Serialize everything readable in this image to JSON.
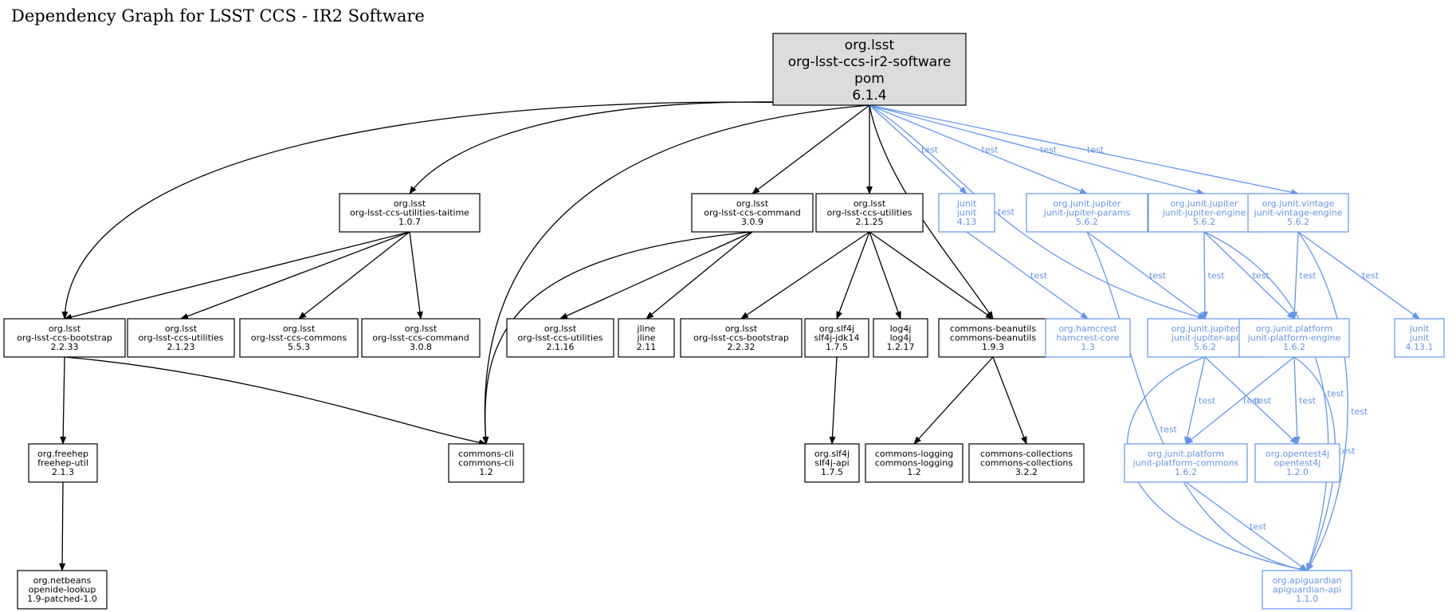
{
  "title": "Dependency Graph for LSST CCS - IR2 Software",
  "colors": {
    "compile": "#000000",
    "test": "#6495ed",
    "root_fill": "#dcdcdc"
  },
  "nodes": [
    {
      "id": "root",
      "scope": "root",
      "lines": [
        "org.lsst",
        "org-lsst-ccs-ir2-software",
        "pom",
        "6.1.4"
      ]
    },
    {
      "id": "taitime",
      "scope": "compile",
      "lines": [
        "org.lsst",
        "org-lsst-ccs-utilities-taitime",
        "1.0.7"
      ]
    },
    {
      "id": "command309",
      "scope": "compile",
      "lines": [
        "org.lsst",
        "org-lsst-ccs-command",
        "3.0.9"
      ]
    },
    {
      "id": "utilities2125",
      "scope": "compile",
      "lines": [
        "org.lsst",
        "org-lsst-ccs-utilities",
        "2.1.25"
      ]
    },
    {
      "id": "junit413",
      "scope": "test",
      "lines": [
        "junit",
        "junit",
        "4.13"
      ]
    },
    {
      "id": "params",
      "scope": "test",
      "lines": [
        "org.junit.jupiter",
        "junit-jupiter-params",
        "5.6.2"
      ]
    },
    {
      "id": "jengine",
      "scope": "test",
      "lines": [
        "org.junit.jupiter",
        "junit-jupiter-engine",
        "5.6.2"
      ]
    },
    {
      "id": "vengine",
      "scope": "test",
      "lines": [
        "org.junit.vintage",
        "junit-vintage-engine",
        "5.6.2"
      ]
    },
    {
      "id": "bootstrap2233",
      "scope": "compile",
      "lines": [
        "org.lsst",
        "org-lsst-ccs-bootstrap",
        "2.2.33"
      ]
    },
    {
      "id": "utilities2123",
      "scope": "compile",
      "lines": [
        "org.lsst",
        "org-lsst-ccs-utilities",
        "2.1.23"
      ]
    },
    {
      "id": "commons553",
      "scope": "compile",
      "lines": [
        "org.lsst",
        "org-lsst-ccs-commons",
        "5.5.3"
      ]
    },
    {
      "id": "command308",
      "scope": "compile",
      "lines": [
        "org.lsst",
        "org-lsst-ccs-command",
        "3.0.8"
      ]
    },
    {
      "id": "utilities2116",
      "scope": "compile",
      "lines": [
        "org.lsst",
        "org-lsst-ccs-utilities",
        "2.1.16"
      ]
    },
    {
      "id": "jline",
      "scope": "compile",
      "lines": [
        "jline",
        "jline",
        "2.11"
      ]
    },
    {
      "id": "bootstrap2232",
      "scope": "compile",
      "lines": [
        "org.lsst",
        "org-lsst-ccs-bootstrap",
        "2.2.32"
      ]
    },
    {
      "id": "slf4jjdk",
      "scope": "compile",
      "lines": [
        "org.slf4j",
        "slf4j-jdk14",
        "1.7.5"
      ]
    },
    {
      "id": "log4j",
      "scope": "compile",
      "lines": [
        "log4j",
        "log4j",
        "1.2.17"
      ]
    },
    {
      "id": "beanutils",
      "scope": "compile",
      "lines": [
        "commons-beanutils",
        "commons-beanutils",
        "1.9.3"
      ]
    },
    {
      "id": "hamcrest",
      "scope": "test",
      "lines": [
        "org.hamcrest",
        "hamcrest-core",
        "1.3"
      ]
    },
    {
      "id": "japi",
      "scope": "test",
      "lines": [
        "org.junit.jupiter",
        "junit-jupiter-api",
        "5.6.2"
      ]
    },
    {
      "id": "pengine",
      "scope": "test",
      "lines": [
        "org.junit.platform",
        "junit-platform-engine",
        "1.6.2"
      ]
    },
    {
      "id": "junit4131",
      "scope": "test",
      "lines": [
        "junit",
        "junit",
        "4.13.1"
      ]
    },
    {
      "id": "freehep",
      "scope": "compile",
      "lines": [
        "org.freehep",
        "freehep-util",
        "2.1.3"
      ]
    },
    {
      "id": "commonscli",
      "scope": "compile",
      "lines": [
        "commons-cli",
        "commons-cli",
        "1.2"
      ]
    },
    {
      "id": "slf4japi",
      "scope": "compile",
      "lines": [
        "org.slf4j",
        "slf4j-api",
        "1.7.5"
      ]
    },
    {
      "id": "logging",
      "scope": "compile",
      "lines": [
        "commons-logging",
        "commons-logging",
        "1.2"
      ]
    },
    {
      "id": "collections",
      "scope": "compile",
      "lines": [
        "commons-collections",
        "commons-collections",
        "3.2.2"
      ]
    },
    {
      "id": "pcommons",
      "scope": "test",
      "lines": [
        "org.junit.platform",
        "junit-platform-commons",
        "1.6.2"
      ]
    },
    {
      "id": "opentest4j",
      "scope": "test",
      "lines": [
        "org.opentest4j",
        "opentest4j",
        "1.2.0"
      ]
    },
    {
      "id": "openide",
      "scope": "compile",
      "lines": [
        "org.netbeans",
        "openide-lookup",
        "1.9-patched-1.0"
      ]
    },
    {
      "id": "apiguardian",
      "scope": "test",
      "lines": [
        "org.apiguardian",
        "apiguardian-api",
        "1.1.0"
      ]
    }
  ],
  "edges": [
    {
      "from": "root",
      "to": "bootstrap2233",
      "scope": "compile"
    },
    {
      "from": "root",
      "to": "taitime",
      "scope": "compile"
    },
    {
      "from": "root",
      "to": "commonscli",
      "scope": "compile"
    },
    {
      "from": "root",
      "to": "command309",
      "scope": "compile"
    },
    {
      "from": "root",
      "to": "utilities2125",
      "scope": "compile"
    },
    {
      "from": "root",
      "to": "beanutils",
      "scope": "compile"
    },
    {
      "from": "root",
      "to": "junit413",
      "scope": "test",
      "label": "test"
    },
    {
      "from": "root",
      "to": "japi",
      "scope": "test",
      "label": "test"
    },
    {
      "from": "root",
      "to": "params",
      "scope": "test",
      "label": "test"
    },
    {
      "from": "root",
      "to": "jengine",
      "scope": "test",
      "label": "test"
    },
    {
      "from": "root",
      "to": "vengine",
      "scope": "test",
      "label": "test"
    },
    {
      "from": "taitime",
      "to": "bootstrap2233",
      "scope": "compile"
    },
    {
      "from": "taitime",
      "to": "utilities2123",
      "scope": "compile"
    },
    {
      "from": "taitime",
      "to": "commons553",
      "scope": "compile"
    },
    {
      "from": "taitime",
      "to": "command308",
      "scope": "compile"
    },
    {
      "from": "command309",
      "to": "commonscli",
      "scope": "compile"
    },
    {
      "from": "command309",
      "to": "utilities2116",
      "scope": "compile"
    },
    {
      "from": "command309",
      "to": "jline",
      "scope": "compile"
    },
    {
      "from": "utilities2125",
      "to": "bootstrap2232",
      "scope": "compile"
    },
    {
      "from": "utilities2125",
      "to": "slf4jjdk",
      "scope": "compile"
    },
    {
      "from": "utilities2125",
      "to": "log4j",
      "scope": "compile"
    },
    {
      "from": "utilities2125",
      "to": "beanutils",
      "scope": "compile"
    },
    {
      "from": "junit413",
      "to": "hamcrest",
      "scope": "test",
      "label": "test"
    },
    {
      "from": "params",
      "to": "japi",
      "scope": "test",
      "label": "test"
    },
    {
      "from": "params",
      "to": "apiguardian",
      "scope": "test",
      "label": "test"
    },
    {
      "from": "jengine",
      "to": "japi",
      "scope": "test",
      "label": "test"
    },
    {
      "from": "jengine",
      "to": "pengine",
      "scope": "test",
      "label": "test"
    },
    {
      "from": "jengine",
      "to": "apiguardian",
      "scope": "test",
      "label": "test"
    },
    {
      "from": "vengine",
      "to": "pengine",
      "scope": "test",
      "label": "test"
    },
    {
      "from": "vengine",
      "to": "junit4131",
      "scope": "test",
      "label": "test"
    },
    {
      "from": "vengine",
      "to": "apiguardian",
      "scope": "test",
      "label": "test"
    },
    {
      "from": "bootstrap2233",
      "to": "freehep",
      "scope": "compile"
    },
    {
      "from": "bootstrap2233",
      "to": "commonscli",
      "scope": "compile"
    },
    {
      "from": "slf4jjdk",
      "to": "slf4japi",
      "scope": "compile"
    },
    {
      "from": "beanutils",
      "to": "logging",
      "scope": "compile"
    },
    {
      "from": "beanutils",
      "to": "collections",
      "scope": "compile"
    },
    {
      "from": "japi",
      "to": "pcommons",
      "scope": "test",
      "label": "test"
    },
    {
      "from": "japi",
      "to": "opentest4j",
      "scope": "test",
      "label": "test"
    },
    {
      "from": "japi",
      "to": "apiguardian",
      "scope": "test",
      "label": "test"
    },
    {
      "from": "pengine",
      "to": "pcommons",
      "scope": "test",
      "label": "test"
    },
    {
      "from": "pengine",
      "to": "opentest4j",
      "scope": "test",
      "label": "test"
    },
    {
      "from": "pengine",
      "to": "apiguardian",
      "scope": "test",
      "label": "test"
    },
    {
      "from": "pcommons",
      "to": "apiguardian",
      "scope": "test",
      "label": "test"
    },
    {
      "from": "freehep",
      "to": "openide",
      "scope": "compile"
    }
  ]
}
